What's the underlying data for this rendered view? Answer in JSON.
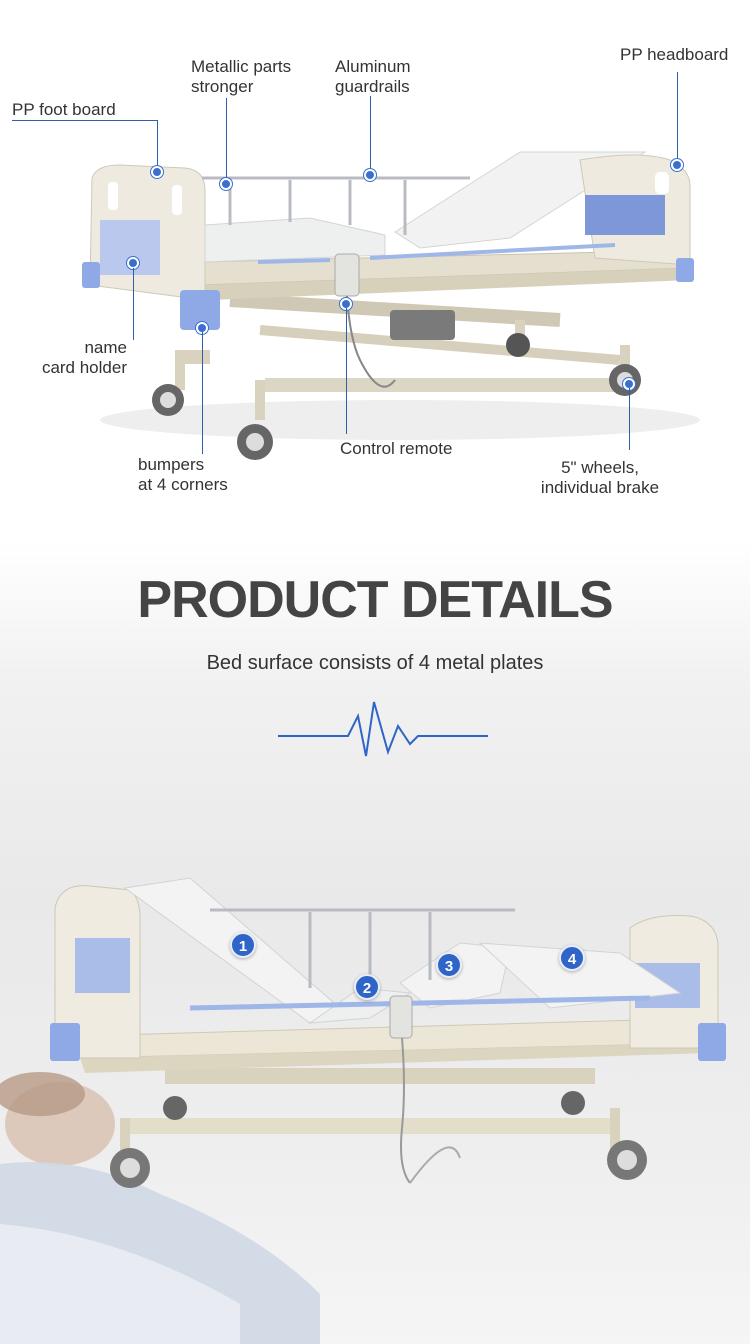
{
  "callouts": {
    "pp_foot_board": "PP foot board",
    "metallic_parts": [
      "Metallic parts",
      "stronger"
    ],
    "aluminum_guardrails": [
      "Aluminum",
      "guardrails"
    ],
    "pp_headboard": "PP headboard",
    "name_card_holder": [
      "name",
      "card holder"
    ],
    "bumpers": [
      "bumpers",
      "at 4 corners"
    ],
    "control_remote": "Control remote",
    "wheels": [
      "5\" wheels,",
      "individual brake"
    ]
  },
  "details": {
    "title": "PRODUCT DETAILS",
    "subtitle": "Bed surface consists of 4 metal plates",
    "plates": [
      "1",
      "2",
      "3",
      "4"
    ]
  },
  "colors": {
    "accent_blue": "#2f65c8",
    "callout_line": "#2f5fa8",
    "heading": "#444444",
    "bed_blue_panel": "#a9bde8",
    "bed_frame": "#e7e2d2"
  }
}
